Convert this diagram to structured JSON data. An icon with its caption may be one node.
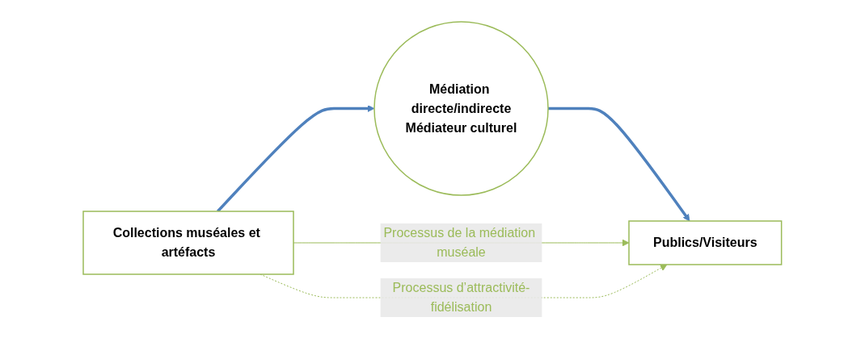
{
  "diagram": {
    "nodes": [
      {
        "text": [
          "Collections muséales et artéfacts"
        ]
      },
      {
        "text": [
          "Médiation directe/indirecte",
          "Médiateur culturel"
        ]
      },
      {
        "text": [
          "Publics/Visiteurs"
        ]
      }
    ],
    "edges": [
      {
        "from": 0,
        "to": 1,
        "arrow": "to",
        "style": "thick",
        "color": "#4f81bd"
      },
      {
        "from": 1,
        "to": 2,
        "arrow": "to",
        "style": "thick",
        "color": "#4f81bd"
      },
      {
        "from": 0,
        "to": 2,
        "arrow": "to",
        "label": "Processus de la médiation muséale",
        "color": "#9bbb59"
      },
      {
        "from": 0,
        "to": 2,
        "arrow": "to",
        "label": "Processus d’attractivité-fidélisation",
        "style": "dashed",
        "color": "#9bbb59"
      }
    ]
  }
}
